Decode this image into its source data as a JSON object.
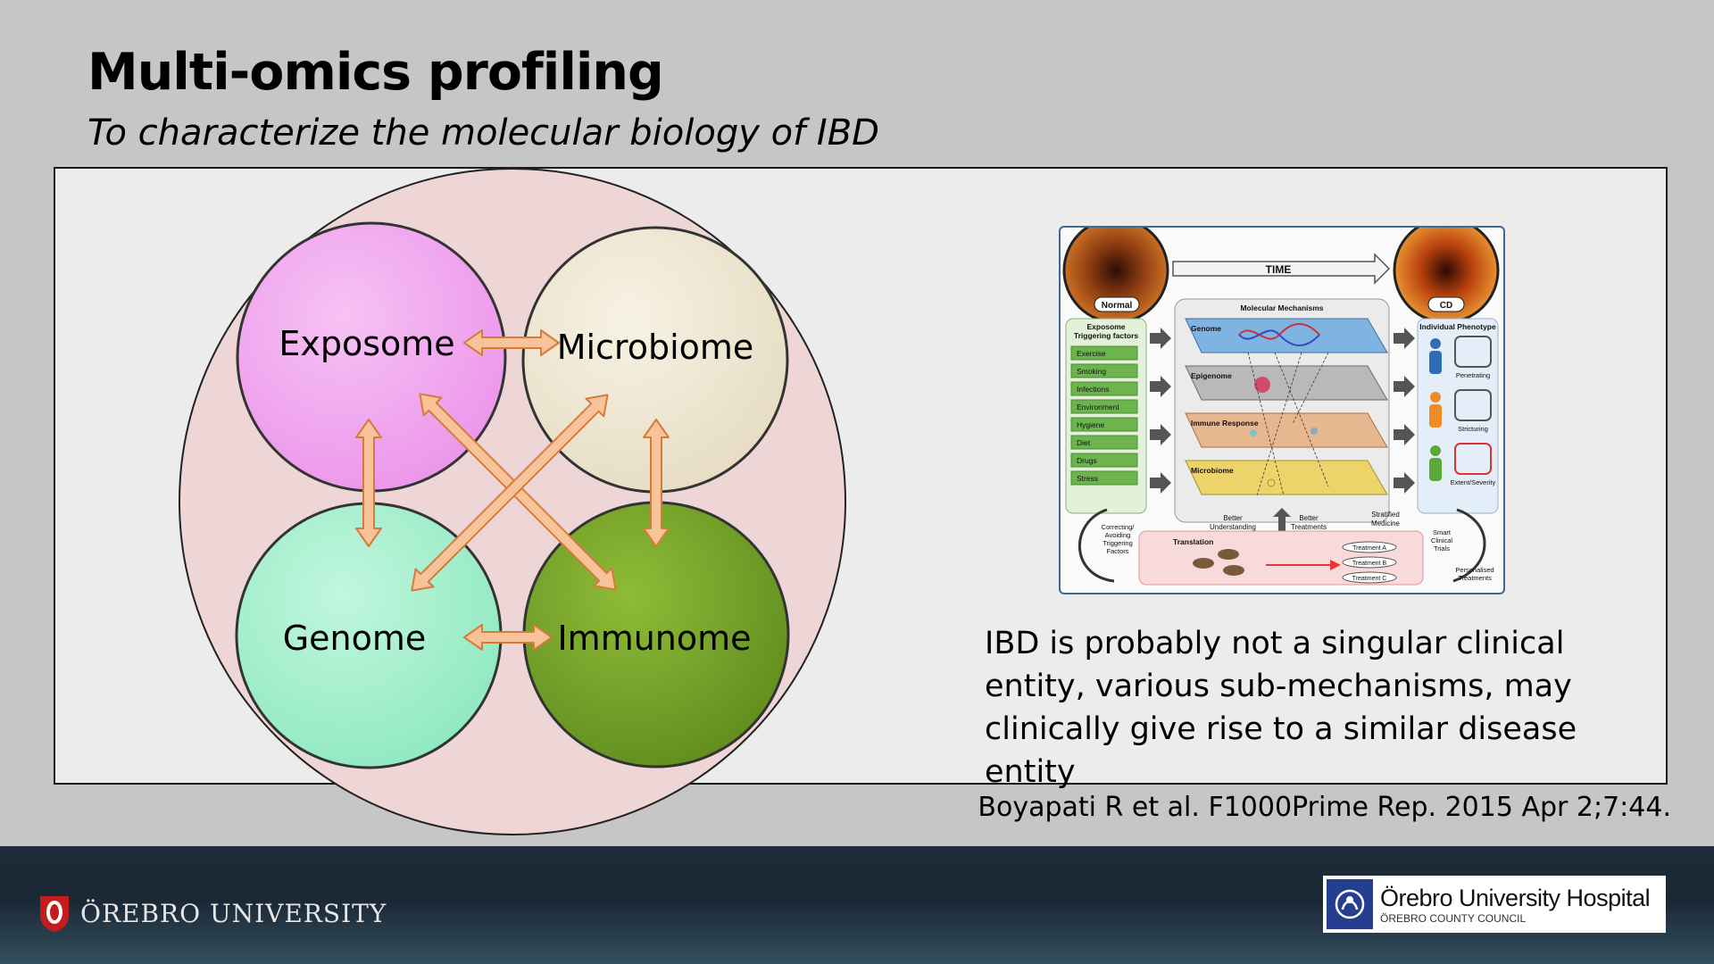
{
  "title": "Multi-omics profiling",
  "subtitle": "To characterize the molecular biology of IBD",
  "diagram": {
    "nodes": [
      {
        "label": "Exposome",
        "color": "#f1a8ef"
      },
      {
        "label": "Microbiome",
        "color": "#efe8d4"
      },
      {
        "label": "Genome",
        "color": "#a7f0cf"
      },
      {
        "label": "Immunome",
        "color": "#7aa82c"
      }
    ],
    "outer_color": "#efd6d6",
    "arrow_color": "#f8c398"
  },
  "figure": {
    "time_label": "TIME",
    "normal_label": "Normal",
    "cd_label": "CD",
    "mechanisms_title": "Molecular Mechanisms",
    "exposome_title": "Exposome Triggering factors",
    "factors": [
      "Exercise",
      "Smoking",
      "Infections",
      "Environment",
      "Hygiene",
      "Diet",
      "Drugs",
      "Stress"
    ],
    "layers": [
      "Genome",
      "Epigenome",
      "Immune Response",
      "Microbiome"
    ],
    "phenotype_title": "Individual Phenotype",
    "phenotypes": [
      "Penetrating",
      "Stricturing",
      "Extent/Severity"
    ],
    "better_understanding": "Better Understanding",
    "better_treatments": "Better Treatments",
    "stratified_medicine": "Stratified Medicine",
    "correcting": "Correcting/ Avoiding Triggering Factors",
    "translation": "Translation",
    "treatments": [
      "Treatment A",
      "Treatment B",
      "Treatment C"
    ],
    "smart_trials": "Smart Clinical Trials",
    "personalised": "Personalised Treatments"
  },
  "body_text": "IBD is probably not a singular clinical entity, various sub-mechanisms, may clinically give rise to a similar disease entity",
  "citation": "Boyapati R et al. F1000Prime Rep. 2015 Apr 2;7:44.",
  "footer": {
    "university": "ÖREBRO UNIVERSITY",
    "hospital_name": "Örebro University Hospital",
    "hospital_sub": "ÖREBRO COUNTY COUNCIL"
  }
}
